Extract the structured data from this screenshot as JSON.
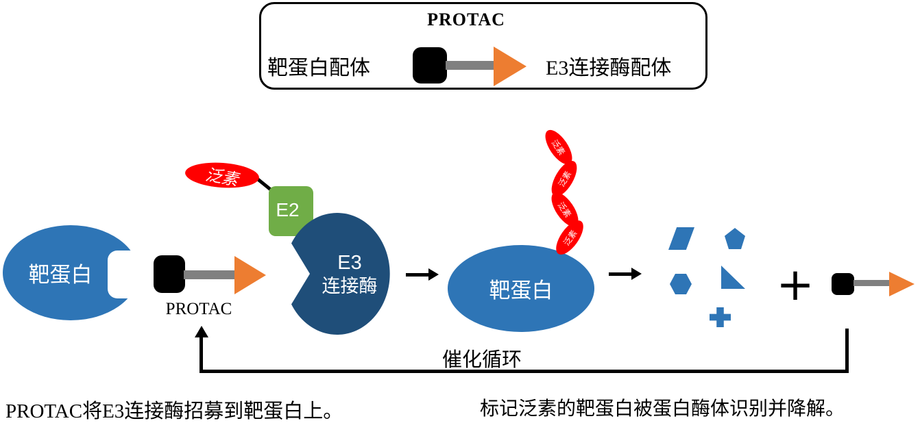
{
  "colors": {
    "protein_blue": "#2E75B6",
    "e3_dark_blue": "#1F4E79",
    "e2_green": "#70AD47",
    "ubiquitin_red": "#FF0000",
    "ligand_orange": "#ED7D31",
    "linker_gray": "#808080",
    "line_black": "#000000"
  },
  "legend": {
    "title": "PROTAC",
    "target_ligand_label": "靶蛋白配体",
    "e3_ligand_label": "E3连接酶配体"
  },
  "diagram": {
    "target_protein_label": "靶蛋白",
    "protac_label": "PROTAC",
    "free_ubiquitin_label": "泛素",
    "e2_label": "E2",
    "e3_label_line1": "E3",
    "e3_label_line2": "连接酶",
    "tagged_protein_label": "靶蛋白",
    "ubiquitin_chain": [
      {
        "label": "泛素"
      },
      {
        "label": "泛素"
      },
      {
        "label": "泛素"
      },
      {
        "label": "泛素"
      }
    ],
    "plus_sign": "+",
    "cycle_label": "催化循环"
  },
  "captions": {
    "left": "PROTAC将E3连接酶招募到靶蛋白上。",
    "right": "标记泛素的靶蛋白被蛋白酶体识别并降解。"
  }
}
